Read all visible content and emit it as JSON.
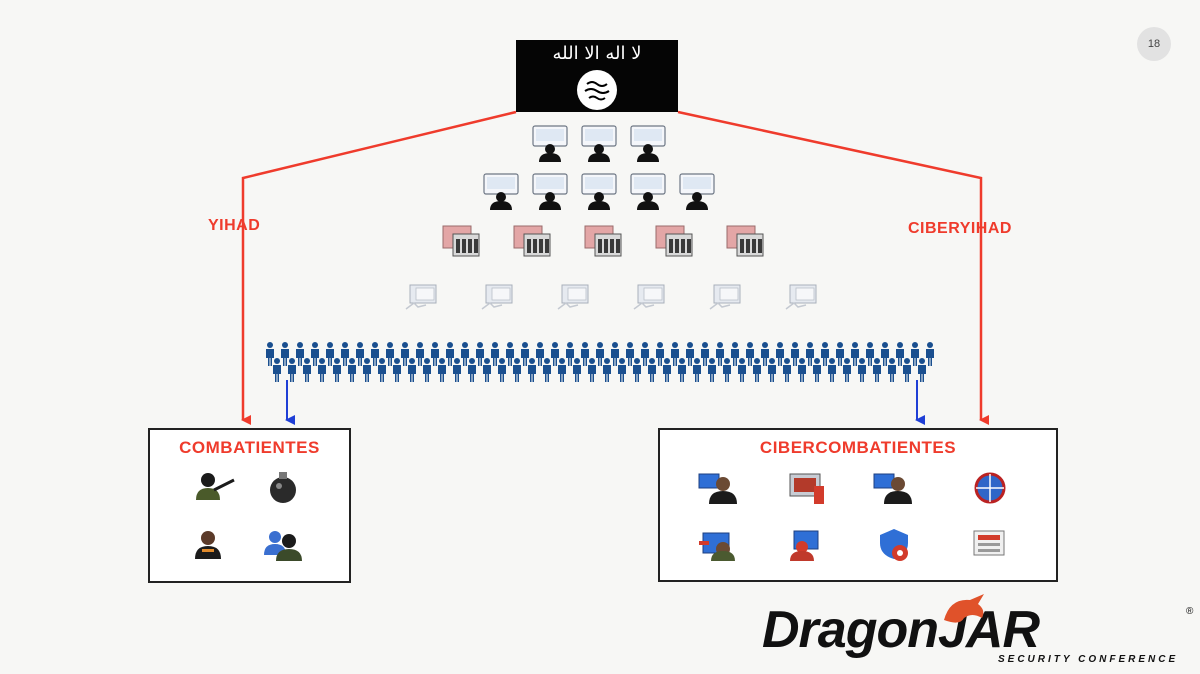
{
  "slide": {
    "page_number": "18",
    "flag_text": "لا اله الا الله",
    "left_branch_label": "YIHAD",
    "right_branch_label": "CIBERYIHAD",
    "left_box_title": "COMBATIENTES",
    "right_box_title": "CIBERCOMBATIENTES",
    "logo": {
      "word": "DragonJAR",
      "subtitle": "SECURITY CONFERENCE",
      "registered": "®"
    }
  },
  "colors": {
    "branch_red": "#ef3b2c",
    "branch_blue": "#1f3fd6",
    "people_blue": "#1a4f8f",
    "flag_black": "#050505"
  },
  "icons": {
    "row1": [
      "user-computer-icon",
      "user-computer-icon",
      "user-computer-icon"
    ],
    "row2": [
      "user-computer-icon",
      "user-computer-icon",
      "user-computer-icon",
      "user-computer-icon",
      "user-computer-icon"
    ],
    "row3": [
      "server-rack-icon",
      "server-rack-icon",
      "server-rack-icon",
      "server-rack-icon",
      "server-rack-icon"
    ],
    "row4": [
      "network-device-icon",
      "network-device-icon",
      "network-device-icon",
      "network-device-icon",
      "network-device-icon",
      "network-device-icon"
    ],
    "combatientes": [
      "armed-fighter-icon",
      "grenade-icon",
      "person-icon",
      "group-icon"
    ],
    "cibercombatientes": [
      "hacker-icon",
      "computer-attack-icon",
      "hacker-icon",
      "target-globe-icon",
      "malware-icon",
      "user-alert-icon",
      "biohazard-icon",
      "document-attack-icon"
    ]
  }
}
